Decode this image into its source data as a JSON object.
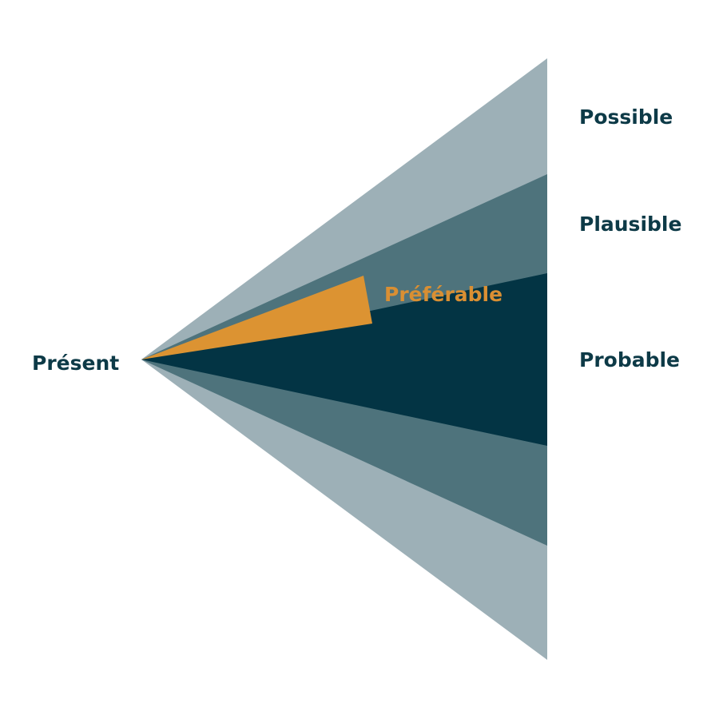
{
  "diagram": {
    "labels": {
      "present": "Présent",
      "possible": "Possible",
      "plausible": "Plausible",
      "probable": "Probable",
      "preferable": "Préférable"
    },
    "colors": {
      "possible": "#9db0b7",
      "plausible": "#4e737c",
      "probable": "#033444",
      "preferable": "#dc9332",
      "text": "#0d3a47",
      "text_accent": "#d98f33"
    }
  }
}
